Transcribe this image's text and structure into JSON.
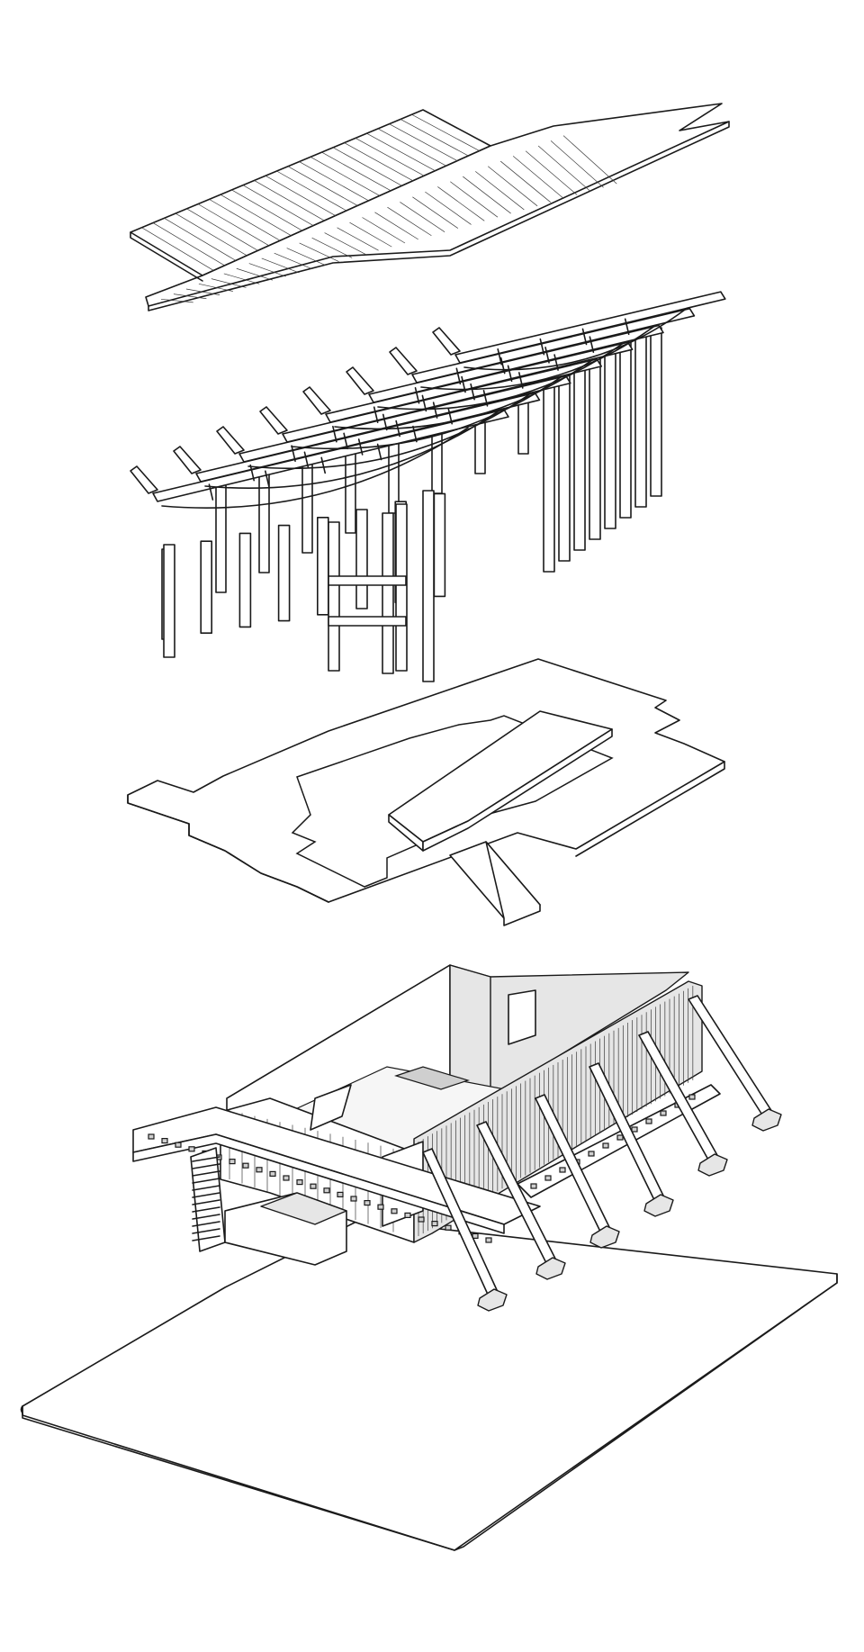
{
  "diagram": {
    "kind": "exploded-axonometric",
    "layers": [
      {
        "id": "roof-decking",
        "icon": "roof-planks-icon"
      },
      {
        "id": "timber-frame",
        "icon": "frame-icon"
      },
      {
        "id": "floor-slab",
        "icon": "slab-icon"
      },
      {
        "id": "base-building",
        "icon": "building-icon"
      }
    ],
    "colors": {
      "line": "#1a1a1a",
      "fill": "#ffffff",
      "shade": "#e6e6e6",
      "background": "#ffffff"
    }
  }
}
